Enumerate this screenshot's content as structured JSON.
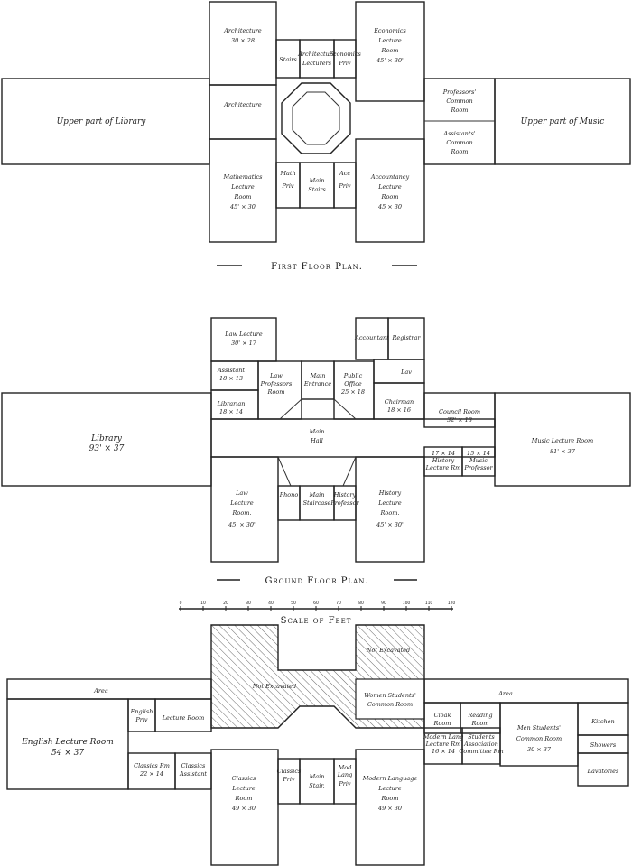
{
  "first_floor": {
    "title": "First Floor Plan.",
    "rooms": {
      "architecture_top": [
        "Architecture",
        "30 × 28"
      ],
      "stairs": [
        "Stairs"
      ],
      "architecture_lecturers": [
        "Architecture",
        "Lecturers"
      ],
      "economics_priv": [
        "Economics",
        "Priv"
      ],
      "economics_lecture": [
        "Economics",
        "Lecture",
        "Room",
        "45' × 30'"
      ],
      "architecture_mid": [
        "Architecture"
      ],
      "upper_library": [
        "Upper part of Library"
      ],
      "professors_common": [
        "Professors'",
        "Common",
        "Room"
      ],
      "assistants_common": [
        "Assistants'",
        "Common",
        "Room"
      ],
      "upper_music": [
        "Upper part of Music"
      ],
      "mathematics_lecture": [
        "Mathematics",
        "Lecture",
        "Room",
        "45' × 30"
      ],
      "math_priv": [
        "Math",
        "Priv"
      ],
      "main_stairs": [
        "Main",
        "Stairs"
      ],
      "acc_priv": [
        "Acc",
        "Priv"
      ],
      "accountancy_lecture": [
        "Accountancy",
        "Lecture",
        "Room",
        "45 × 30"
      ]
    }
  },
  "ground_floor": {
    "title": "Ground Floor Plan.",
    "rooms": {
      "law_lecture_small": [
        "Law Lecture",
        "30' × 17"
      ],
      "accountant": [
        "Accountant"
      ],
      "registrar": [
        "Registrar"
      ],
      "assistant": [
        "Assistant",
        "18 × 13"
      ],
      "law_professors": [
        "Law",
        "Professors",
        "Room"
      ],
      "main_entrance": [
        "Main",
        "Entrance"
      ],
      "public_office": [
        "Public",
        "Office",
        "25 × 18"
      ],
      "lav": [
        "Lav"
      ],
      "librarian": [
        "Librarian",
        "18 × 14"
      ],
      "chairman": [
        "Chairman",
        "18 × 16"
      ],
      "council_room": [
        "Council Room",
        "32' × 18"
      ],
      "library": [
        "Library",
        "93' × 37"
      ],
      "main_hall": [
        "Main",
        "Hall"
      ],
      "music_lecture": [
        "Music Lecture Room",
        "81' × 37"
      ],
      "history_priv_room": [
        "17 × 14",
        "History",
        "Lecture Rm"
      ],
      "music_priv_room": [
        "15 × 14",
        "Music",
        "Professor"
      ],
      "law_lecture_large": [
        "Law",
        "Lecture",
        "Room.",
        "45' × 30'"
      ],
      "phono": [
        "Phono"
      ],
      "main_staircase": [
        "Main",
        "Staircase"
      ],
      "history_professor": [
        "History",
        "Professor"
      ],
      "history_lecture": [
        "History",
        "Lecture",
        "Room.",
        "45' × 30'"
      ]
    },
    "scale": {
      "ticks": [
        "0",
        "10",
        "20",
        "30",
        "40",
        "50",
        "60",
        "70",
        "80",
        "90",
        "100",
        "110",
        "120"
      ],
      "label": "Scale of Feet"
    }
  },
  "basement": {
    "rooms": {
      "not_excavated_top": [
        "Not Excavated"
      ],
      "not_excavated_main": [
        "Not Excavated"
      ],
      "area_left": [
        "Area"
      ],
      "area_right": [
        "Area"
      ],
      "english_priv": [
        "English",
        "Priv"
      ],
      "lecture_room": [
        "Lecture Room"
      ],
      "women_students": [
        "Women Students'",
        "Common Room"
      ],
      "cloak_room": [
        "Cloak",
        "Room"
      ],
      "reading_room": [
        "Reading",
        "Room"
      ],
      "men_students": [
        "Men Students'",
        "Common Room",
        "30 × 37"
      ],
      "kitchen": [
        "Kitchen"
      ],
      "showers": [
        "Showers"
      ],
      "lavatories": [
        "Lavatories"
      ],
      "english_lecture": [
        "English Lecture Room",
        "54 × 37"
      ],
      "classics_rm": [
        "Classics Rm",
        "22 × 14"
      ],
      "classics_assistant": [
        "Classics",
        "Assistant"
      ],
      "classics_lecture": [
        "Classics",
        "Lecture",
        "Room",
        "49 × 30"
      ],
      "classics_priv": [
        "Classics",
        "Priv"
      ],
      "main_stair": [
        "Main",
        "Stair."
      ],
      "mod_lang_priv": [
        "Mod",
        "Lang",
        "Priv"
      ],
      "modern_language_lecture": [
        "Modern Language",
        "Lecture",
        "Room",
        "49 × 30"
      ],
      "modern_lang_lecture_rm": [
        "Modern Lang",
        "Lecture Rm",
        "16 × 14"
      ],
      "students_association": [
        "Students",
        "Association",
        "Committee Rm"
      ]
    }
  }
}
